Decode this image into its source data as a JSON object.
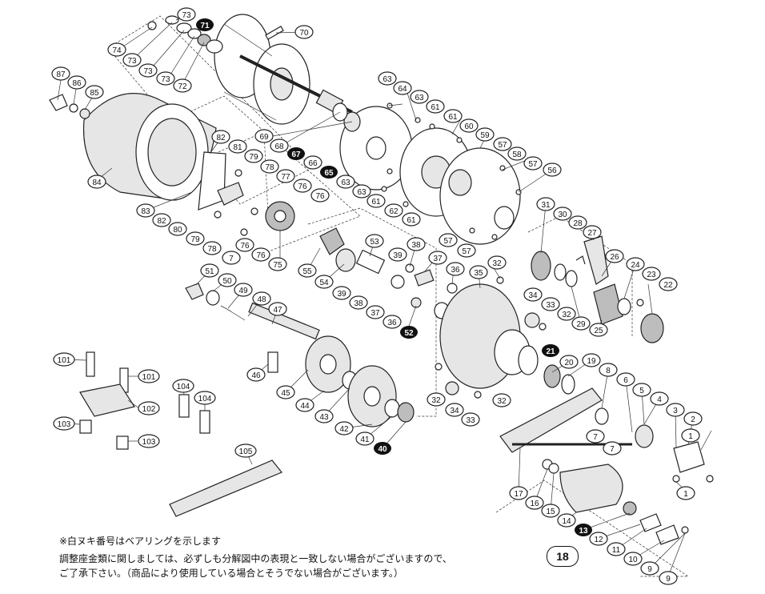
{
  "notes": {
    "line1": "※白ヌキ番号はベアリングを示します",
    "line2": "調整座金類に関しましては、必ずしも分解図中の表現と一致しない場合がございますので、",
    "line3": "ご了承下さい。（商品により使用している場合とそうでない場合がございます。）"
  },
  "page_number": "18",
  "labels": {
    "p1": "1",
    "p2": "2",
    "p3": "3",
    "p4": "4",
    "p5": "5",
    "p6": "6",
    "p7": "7",
    "p8": "8",
    "p9": "9",
    "p10": "10",
    "p11": "11",
    "p12": "12",
    "p13": "13",
    "p14": "14",
    "p15": "15",
    "p16": "16",
    "p17": "17",
    "p19": "19",
    "p20": "20",
    "p21": "21",
    "p22": "22",
    "p23": "23",
    "p24": "24",
    "p25": "25",
    "p26": "26",
    "p27": "27",
    "p28": "28",
    "p29": "29",
    "p30": "30",
    "p31": "31",
    "p32": "32",
    "p33": "33",
    "p34": "34",
    "p35": "35",
    "p36": "36",
    "p37": "37",
    "p38": "38",
    "p39": "39",
    "p40": "40",
    "p41": "41",
    "p42": "42",
    "p43": "43",
    "p44": "44",
    "p45": "45",
    "p46": "46",
    "p47": "47",
    "p48": "48",
    "p49": "49",
    "p50": "50",
    "p51": "51",
    "p52": "52",
    "p53": "53",
    "p54": "54",
    "p55": "55",
    "p56": "56",
    "p57": "57",
    "p58": "58",
    "p59": "59",
    "p60": "60",
    "p61": "61",
    "p62": "62",
    "p63": "63",
    "p64": "64",
    "p65": "65",
    "p66": "66",
    "p67": "67",
    "p68": "68",
    "p69": "69",
    "p70": "70",
    "p71": "71",
    "p72": "72",
    "p73": "73",
    "p74": "74",
    "p75": "75",
    "p76": "76",
    "p77": "77",
    "p78": "78",
    "p79": "79",
    "p80": "80",
    "p81": "81",
    "p82": "82",
    "p83": "83",
    "p84": "84",
    "p85": "85",
    "p86": "86",
    "p87": "87",
    "p101": "101",
    "p102": "102",
    "p103": "103",
    "p104": "104",
    "p105": "105"
  },
  "bearing_labels": [
    "13",
    "21",
    "40",
    "52",
    "65",
    "67",
    "71"
  ],
  "colors": {
    "line": "#222222",
    "bearing_fill": "#111111",
    "paper": "#ffffff"
  }
}
